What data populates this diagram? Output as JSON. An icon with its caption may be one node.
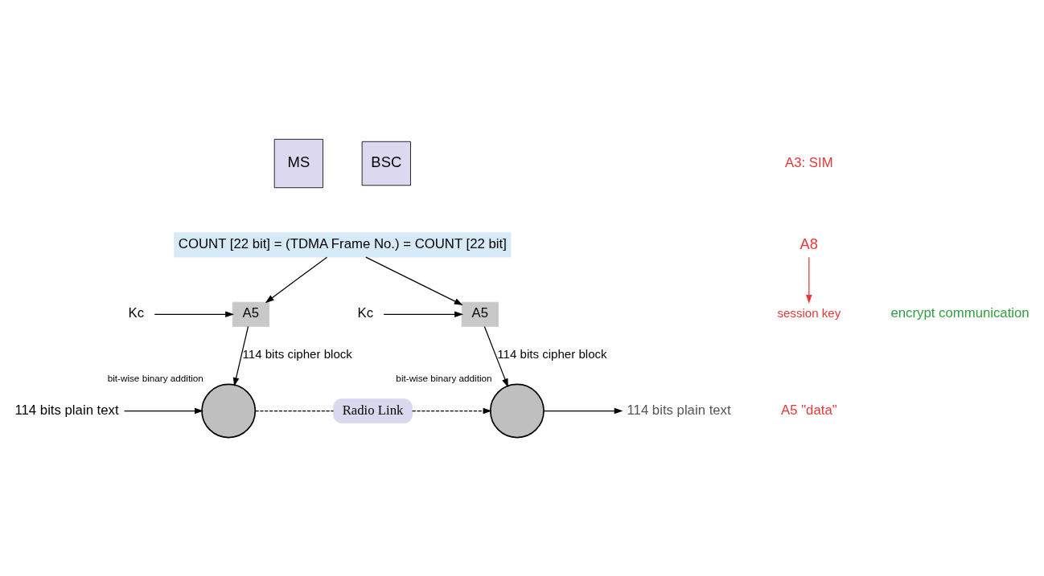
{
  "diagram": {
    "nodes": [
      {
        "text": [
          "MS"
        ]
      },
      {
        "text": [
          "BSC"
        ]
      },
      {
        "text": [
          "COUNT [22 bit] = (TDMA Frame No.) = COUNT [22 bit]"
        ]
      },
      {
        "text": [
          "Kc"
        ]
      },
      {
        "text": [
          "A5"
        ]
      },
      {
        "text": [],
        "shape": "circle",
        "beside": [
          "bit-wise binary addition"
        ]
      },
      {
        "text": [
          "114 bits plain text"
        ]
      },
      {
        "text": [
          "Radio Link"
        ]
      },
      {
        "text": [
          "Kc"
        ]
      },
      {
        "text": [
          "A5"
        ]
      },
      {
        "text": [],
        "shape": "circle",
        "beside": [
          "bit-wise binary addition"
        ]
      },
      {
        "text": [
          "114 bits plain text"
        ]
      },
      {
        "text": [
          "A8"
        ]
      },
      {
        "text": [
          "session key"
        ]
      }
    ],
    "edges": [
      {
        "from": 2,
        "to": 4,
        "arrow": "to"
      },
      {
        "from": 3,
        "to": 4,
        "arrow": "to"
      },
      {
        "from": 4,
        "to": 5,
        "arrow": "to",
        "label": "114 bits cipher block"
      },
      {
        "from": 6,
        "to": 5,
        "arrow": "to"
      },
      {
        "from": 5,
        "to": 7,
        "arrow": "none",
        "style": "dashed"
      },
      {
        "from": 7,
        "to": 10,
        "arrow": "to",
        "style": "dashed"
      },
      {
        "from": 2,
        "to": 9,
        "arrow": "to"
      },
      {
        "from": 8,
        "to": 9,
        "arrow": "to"
      },
      {
        "from": 9,
        "to": 10,
        "arrow": "to",
        "label": "114 bits cipher block"
      },
      {
        "from": 10,
        "to": 11,
        "arrow": "to"
      },
      {
        "from": 12,
        "to": 13,
        "arrow": "to",
        "color": "#e53935"
      }
    ],
    "labels": [
      "A3: SIM",
      "A5 \"data\"",
      "encrypt communication"
    ]
  }
}
